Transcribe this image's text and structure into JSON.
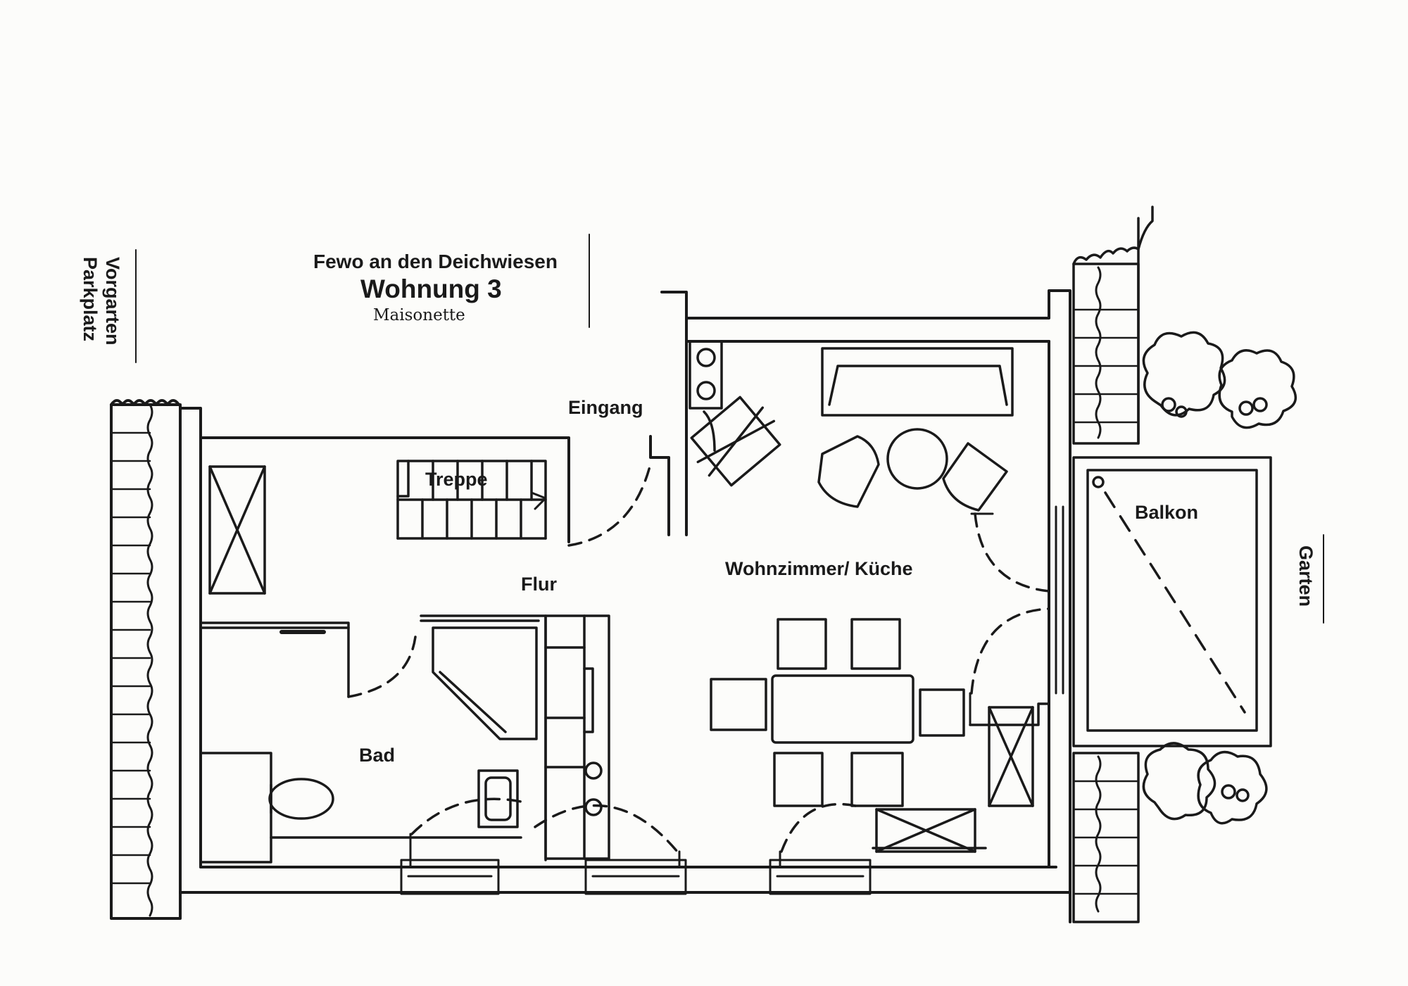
{
  "header": {
    "line1": "Fewo an den Deichwiesen",
    "line2": "Wohnung 3",
    "line3": "Maisonette"
  },
  "side_labels": {
    "left_1": "Vorgarten",
    "left_2": "Parkplatz",
    "right": "Garten"
  },
  "rooms": {
    "entrance": "Eingang",
    "stairs": "Treppe",
    "hall": "Flur",
    "living": "Wohnzimmer/ Küche",
    "bath": "Bad",
    "balcony": "Balkon"
  },
  "colors": {
    "ink": "#1a1a1a",
    "paper": "#fcfcfa"
  }
}
